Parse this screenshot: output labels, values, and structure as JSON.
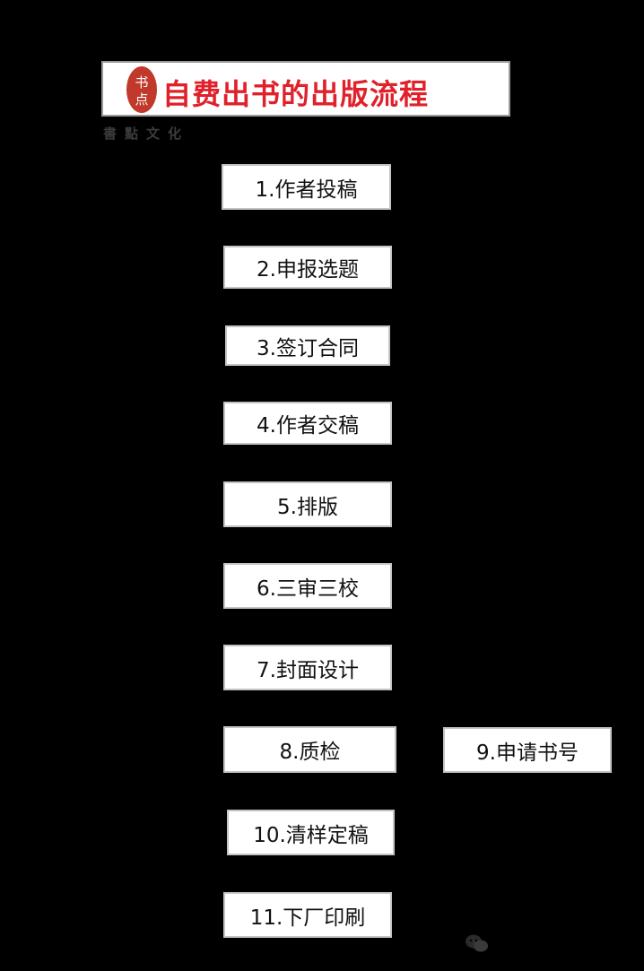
{
  "title": "自费出书的出版流程",
  "logo": {
    "seal_text": "书点",
    "tagline": "書點文化"
  },
  "steps": [
    {
      "label": "1.作者投稿"
    },
    {
      "label": "2.申报选题"
    },
    {
      "label": "3.签订合同"
    },
    {
      "label": "4.作者交稿"
    },
    {
      "label": "5.排版"
    },
    {
      "label": "6.三审三校"
    },
    {
      "label": "7.封面设计"
    },
    {
      "label": "8.质检"
    },
    {
      "label": "9.申请书号"
    },
    {
      "label": "10.清样定稿"
    },
    {
      "label": "11.下厂印刷"
    }
  ],
  "colors": {
    "background": "#000000",
    "box": "#ffffff",
    "title": "#e0202a",
    "seal": "#c0392b"
  },
  "watermark": {
    "icon": "wechat-icon"
  }
}
